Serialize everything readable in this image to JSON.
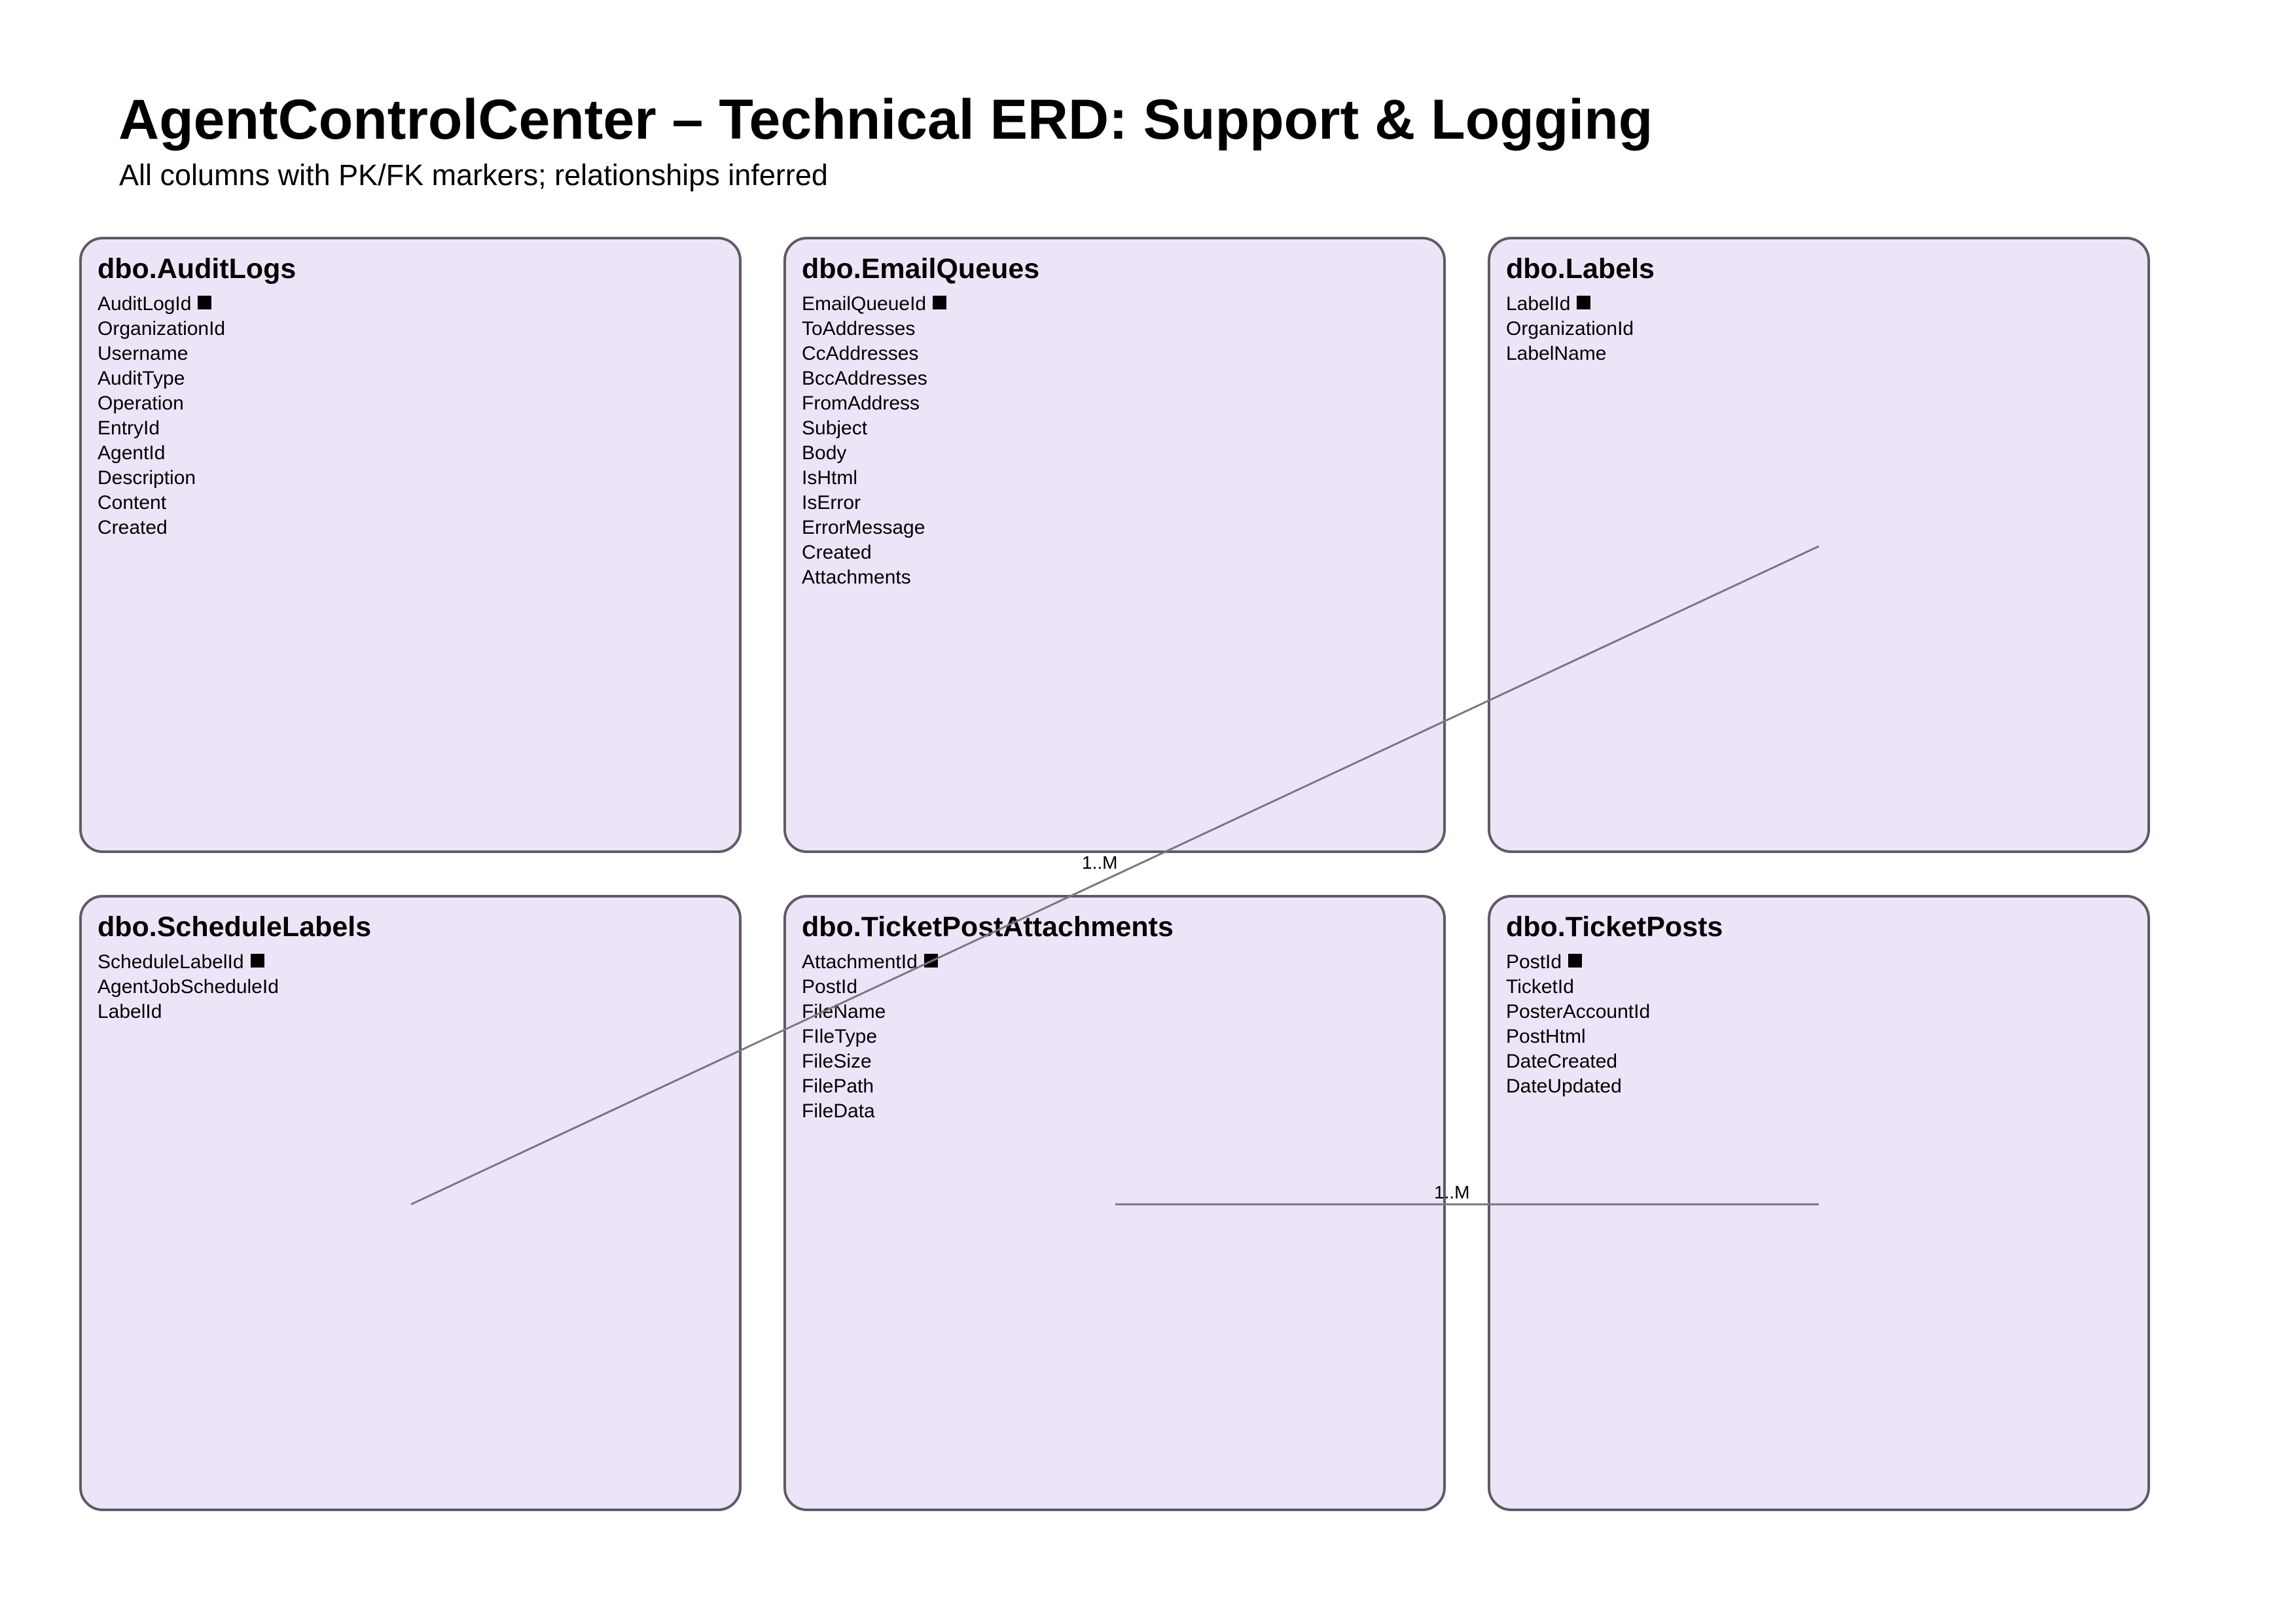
{
  "title": "AgentControlCenter – Technical ERD: Support & Logging",
  "subtitle": "All columns with PK/FK markers; relationships inferred",
  "entities": [
    {
      "name": "dbo.AuditLogs",
      "columns": [
        {
          "name": "AuditLogId",
          "pk": true
        },
        {
          "name": "OrganizationId",
          "pk": false
        },
        {
          "name": "Username",
          "pk": false
        },
        {
          "name": "AuditType",
          "pk": false
        },
        {
          "name": "Operation",
          "pk": false
        },
        {
          "name": "EntryId",
          "pk": false
        },
        {
          "name": "AgentId",
          "pk": false
        },
        {
          "name": "Description",
          "pk": false
        },
        {
          "name": "Content",
          "pk": false
        },
        {
          "name": "Created",
          "pk": false
        }
      ]
    },
    {
      "name": "dbo.EmailQueues",
      "columns": [
        {
          "name": "EmailQueueId",
          "pk": true
        },
        {
          "name": "ToAddresses",
          "pk": false
        },
        {
          "name": "CcAddresses",
          "pk": false
        },
        {
          "name": "BccAddresses",
          "pk": false
        },
        {
          "name": "FromAddress",
          "pk": false
        },
        {
          "name": "Subject",
          "pk": false
        },
        {
          "name": "Body",
          "pk": false
        },
        {
          "name": "IsHtml",
          "pk": false
        },
        {
          "name": "IsError",
          "pk": false
        },
        {
          "name": "ErrorMessage",
          "pk": false
        },
        {
          "name": "Created",
          "pk": false
        },
        {
          "name": "Attachments",
          "pk": false
        }
      ]
    },
    {
      "name": "dbo.Labels",
      "columns": [
        {
          "name": "LabelId",
          "pk": true
        },
        {
          "name": "OrganizationId",
          "pk": false
        },
        {
          "name": "LabelName",
          "pk": false
        }
      ]
    },
    {
      "name": "dbo.ScheduleLabels",
      "columns": [
        {
          "name": "ScheduleLabelId",
          "pk": true
        },
        {
          "name": "AgentJobScheduleId",
          "pk": false
        },
        {
          "name": "LabelId",
          "pk": false
        }
      ]
    },
    {
      "name": "dbo.TicketPostAttachments",
      "columns": [
        {
          "name": "AttachmentId",
          "pk": true
        },
        {
          "name": "PostId",
          "pk": false
        },
        {
          "name": "FileName",
          "pk": false
        },
        {
          "name": "FIleType",
          "pk": false
        },
        {
          "name": "FileSize",
          "pk": false
        },
        {
          "name": "FilePath",
          "pk": false
        },
        {
          "name": "FileData",
          "pk": false
        }
      ]
    },
    {
      "name": "dbo.TicketPosts",
      "columns": [
        {
          "name": "PostId",
          "pk": true
        },
        {
          "name": "TicketId",
          "pk": false
        },
        {
          "name": "PosterAccountId",
          "pk": false
        },
        {
          "name": "PostHtml",
          "pk": false
        },
        {
          "name": "DateCreated",
          "pk": false
        },
        {
          "name": "DateUpdated",
          "pk": false
        }
      ]
    }
  ],
  "relationships": [
    {
      "from": "dbo.Labels",
      "to": "dbo.ScheduleLabels",
      "cardinality": "1..M"
    },
    {
      "from": "dbo.TicketPosts",
      "to": "dbo.TicketPostAttachments",
      "cardinality": "1..M"
    }
  ]
}
